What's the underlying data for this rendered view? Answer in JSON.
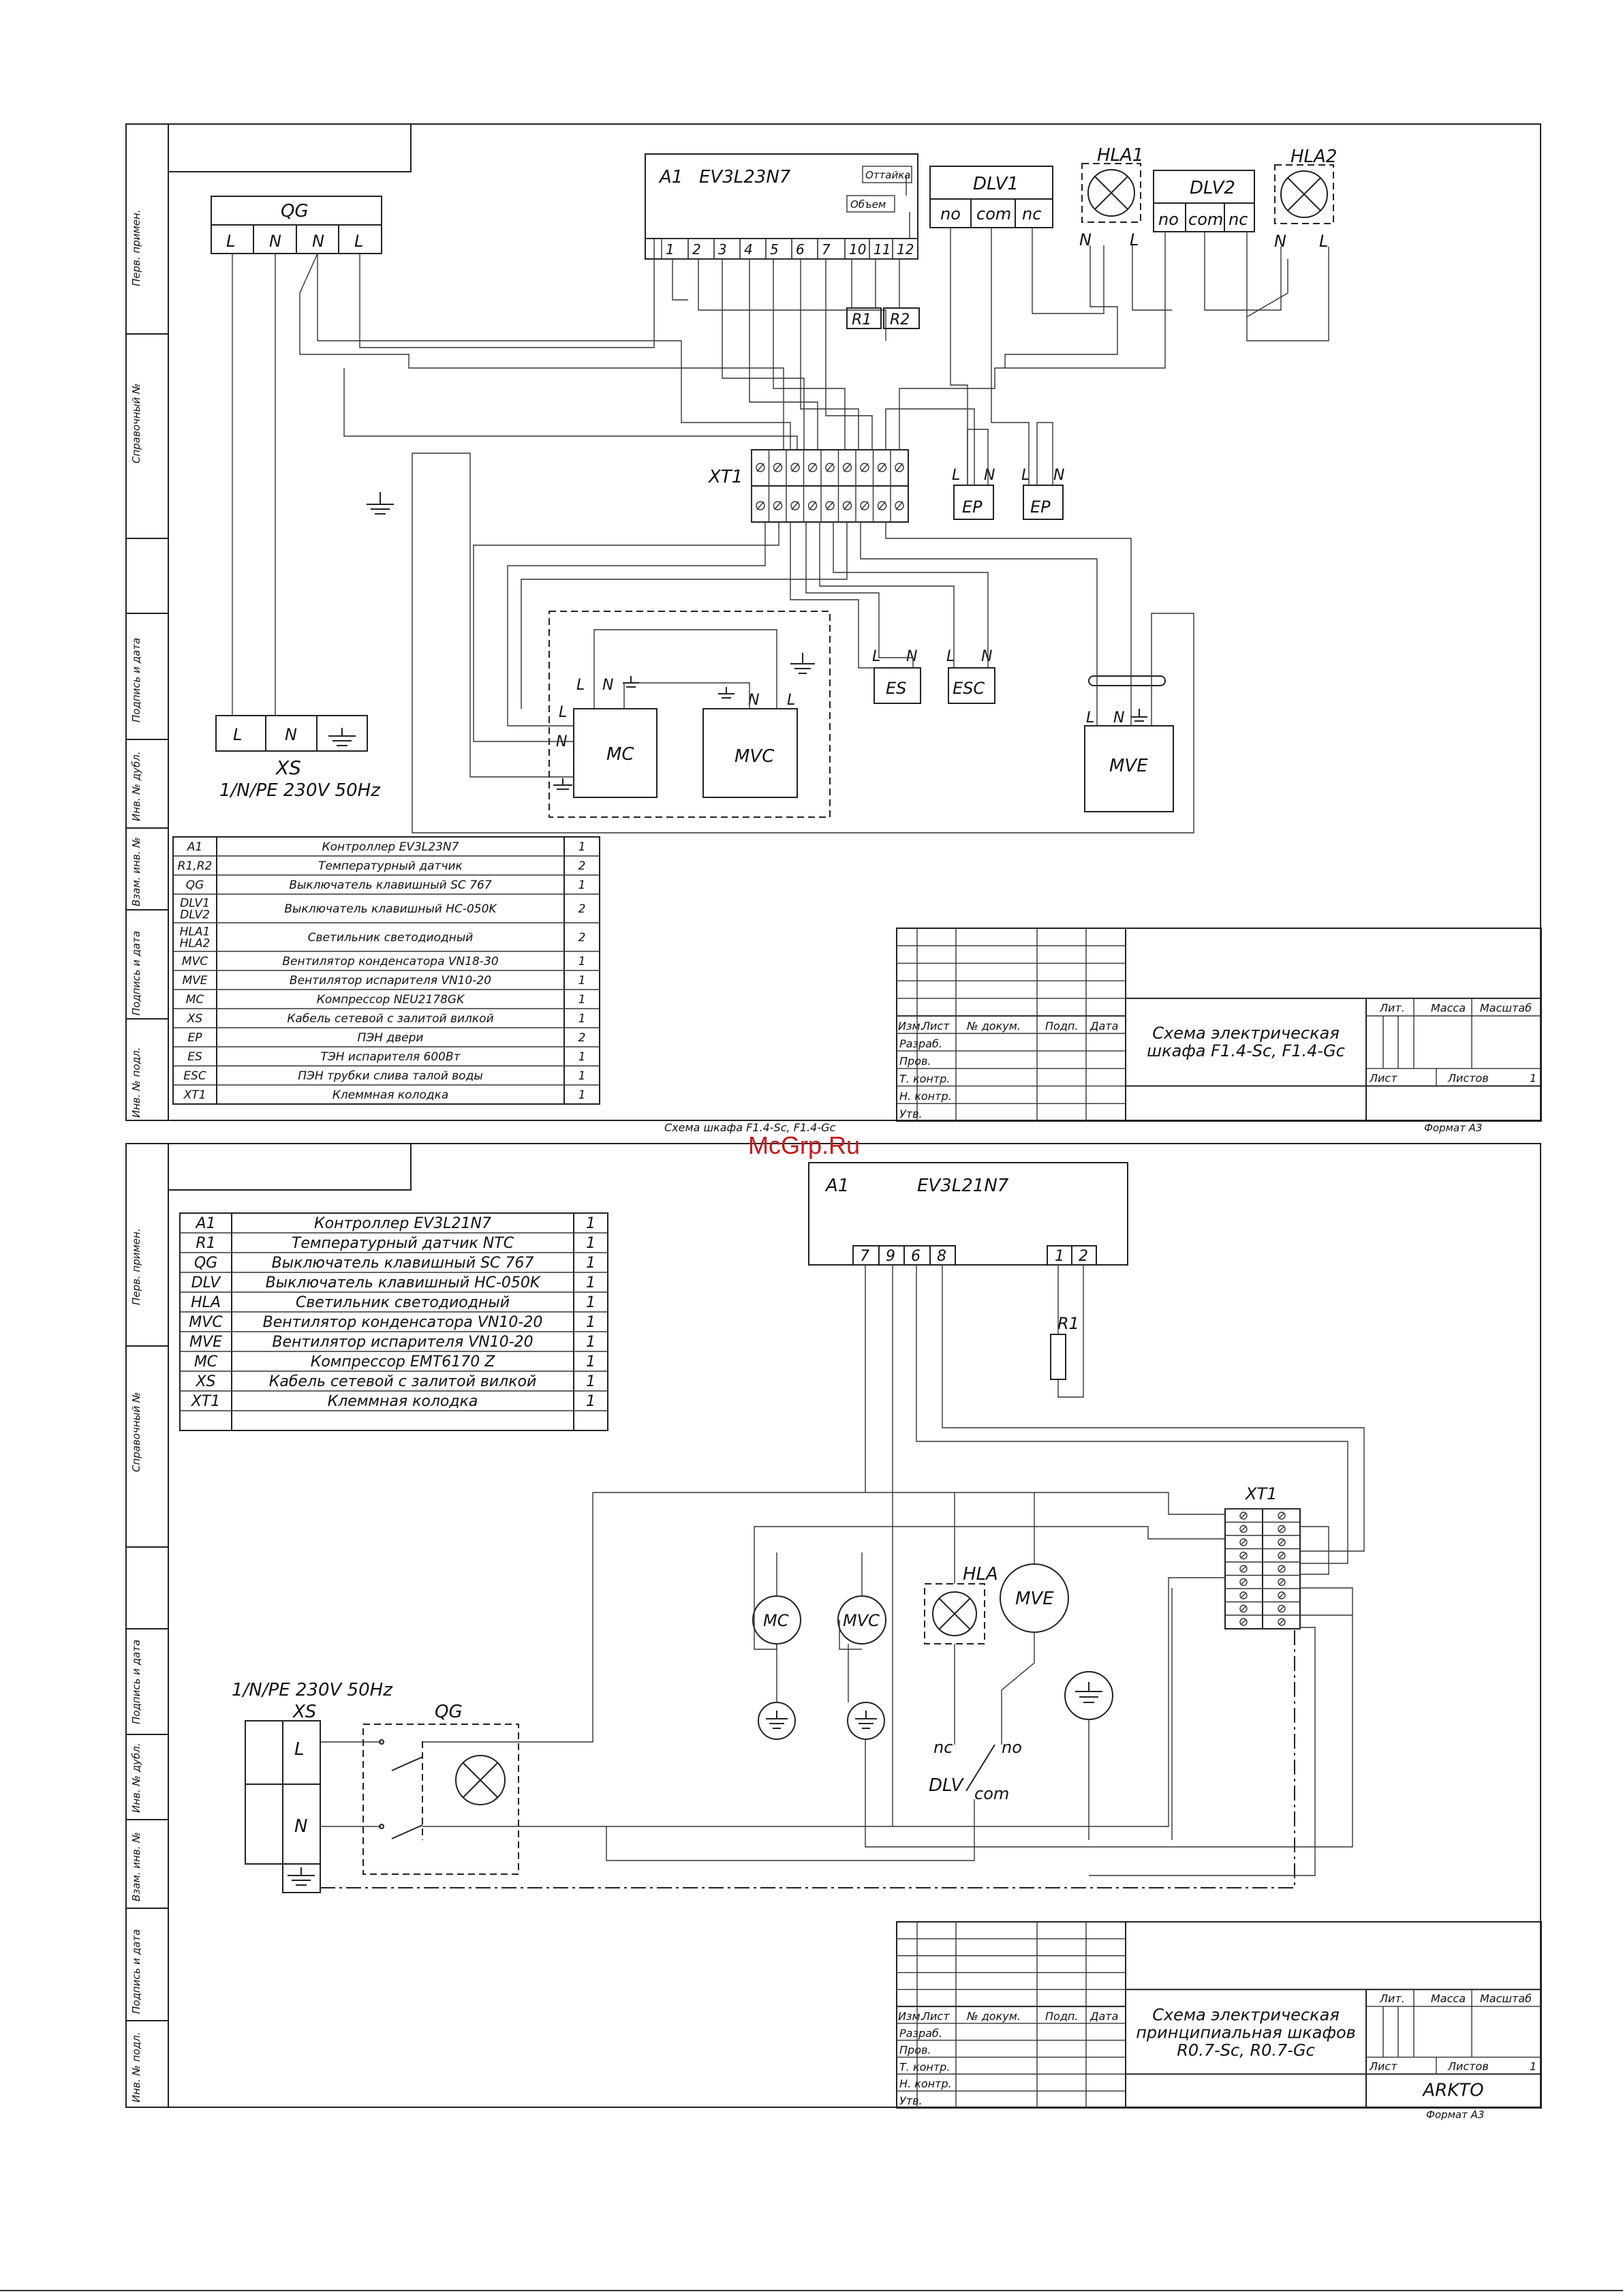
{
  "sheet1": {
    "controller": {
      "ref": "A1",
      "model": "EV3L23N7",
      "defrost": "Оттайка",
      "volume": "Объем",
      "terminals": [
        "1",
        "2",
        "3",
        "4",
        "5",
        "6",
        "7",
        "10",
        "11",
        "12"
      ]
    },
    "qg": {
      "ref": "QG",
      "terms": [
        "L",
        "N",
        "N",
        "L"
      ]
    },
    "dlv1": {
      "ref": "DLV1",
      "terms": [
        "no",
        "com",
        "nc"
      ]
    },
    "dlv2": {
      "ref": "DLV2",
      "terms": [
        "no",
        "com",
        "nc"
      ]
    },
    "hla1": {
      "ref": "HLA1",
      "n": "N",
      "l": "L"
    },
    "hla2": {
      "ref": "HLA2",
      "n": "N",
      "l": "L"
    },
    "r1": "R1",
    "r2": "R2",
    "xt1": "XT1",
    "ep": "EP",
    "es": "ES",
    "esc": "ESC",
    "mc": "MC",
    "mvc": "MVC",
    "mve": "MVE",
    "L": "L",
    "N": "N",
    "xs": {
      "ref": "XS",
      "spec": "1/N/PE  230V  50Hz"
    },
    "parts": [
      {
        "ref": "A1",
        "name": "Контроллер EV3L23N7",
        "qty": "1"
      },
      {
        "ref": "R1,R2",
        "name": "Температурный датчик",
        "qty": "2"
      },
      {
        "ref": "QG",
        "name": "Выключатель клавишный SC 767",
        "qty": "1"
      },
      {
        "ref": "DLV1\nDLV2",
        "name": "Выключатель клавишный HC-050K",
        "qty": "2"
      },
      {
        "ref": "HLA1\nHLA2",
        "name": "Светильник светодиодный",
        "qty": "2"
      },
      {
        "ref": "MVC",
        "name": "Вентилятор конденсатора VN18-30",
        "qty": "1"
      },
      {
        "ref": "MVE",
        "name": "Вентилятор испарителя VN10-20",
        "qty": "1"
      },
      {
        "ref": "MC",
        "name": "Компрессор NEU2178GK",
        "qty": "1"
      },
      {
        "ref": "XS",
        "name": "Кабель сетевой с залитой вилкой",
        "qty": "1"
      },
      {
        "ref": "EP",
        "name": "ПЭН двери",
        "qty": "2"
      },
      {
        "ref": "ES",
        "name": "ТЭН испарителя  600Вт",
        "qty": "1"
      },
      {
        "ref": "ESC",
        "name": "ПЭН трубки слива талой воды",
        "qty": "1"
      },
      {
        "ref": "XT1",
        "name": "Клеммная колодка",
        "qty": "1"
      }
    ],
    "title_block": {
      "title_l1": "Схема электрическая",
      "title_l2": "шкафа F1.4-Sc, F1.4-Gc"
    },
    "caption": "Схема шкафа F1.4-Sc, F1.4-Gc",
    "format": "Формат А3"
  },
  "sheet2": {
    "controller": {
      "ref": "A1",
      "model": "EV3L21N7",
      "terminals_a": [
        "7",
        "9",
        "6",
        "8"
      ],
      "terminals_b": [
        "1",
        "2"
      ]
    },
    "r1": "R1",
    "xt1": "XT1",
    "hla": "HLA",
    "mc": "MC",
    "mvc": "MVC",
    "mve": "MVE",
    "dlv": {
      "ref": "DLV",
      "nc": "nc",
      "no": "no",
      "com": "com"
    },
    "xs": {
      "spec": "1/N/PE  230V  50Hz",
      "ref": "XS",
      "l": "L",
      "n": "N"
    },
    "qg": "QG",
    "parts": [
      {
        "ref": "A1",
        "name": "Контроллер EV3L21N7",
        "qty": "1"
      },
      {
        "ref": "R1",
        "name": "Температурный датчик NTC",
        "qty": "1"
      },
      {
        "ref": "QG",
        "name": "Выключатель клавишный SC 767",
        "qty": "1"
      },
      {
        "ref": "DLV",
        "name": "Выключатель клавишный HC-050K",
        "qty": "1"
      },
      {
        "ref": "HLA",
        "name": "Светильник светодиодный",
        "qty": "1"
      },
      {
        "ref": "MVC",
        "name": "Вентилятор конденсатора VN10-20",
        "qty": "1"
      },
      {
        "ref": "MVE",
        "name": "Вентилятор испарителя VN10-20",
        "qty": "1"
      },
      {
        "ref": "MC",
        "name": "Компрессор EMT6170 Z",
        "qty": "1"
      },
      {
        "ref": "XS",
        "name": "Кабель сетевой с залитой вилкой",
        "qty": "1"
      },
      {
        "ref": "XT1",
        "name": "Клеммная колодка",
        "qty": "1"
      }
    ],
    "title_block": {
      "title_l1": "Схема электрическая",
      "title_l2": "принципиальная шкафов",
      "title_l3": "R0.7-Sc, R0.7-Gc",
      "company": "ARKTO"
    },
    "format": "Формат А3"
  },
  "stamp": {
    "izm": "Изм.",
    "list": "Лист",
    "ndoc": "№ докум.",
    "podp": "Подп.",
    "data": "Дата",
    "razrab": "Разраб.",
    "prov": "Пров.",
    "tkontr": "Т. контр.",
    "nkontr": "Н. контр.",
    "utv": "Утв.",
    "lit": "Лит.",
    "massa": "Масса",
    "masshtab": "Масштаб",
    "list2": "Лист",
    "listov": "Листов",
    "listov_n": "1"
  },
  "side_labels": [
    "Перв. примен.",
    "Справочный №",
    "Подпись и дата",
    "Инв. № дубл.",
    "Взам. инв. №",
    "Подпись и дата",
    "Инв. № подл."
  ],
  "watermark": "McGrp.Ru"
}
